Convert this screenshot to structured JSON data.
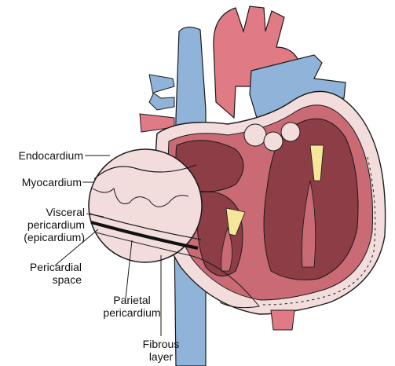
{
  "labels": {
    "endocardium": "Endocardium",
    "myocardium": "Myocardium",
    "visceral": [
      "Visceral",
      "pericardium",
      "(epicardium)"
    ],
    "pericardial_space": [
      "Pericardial",
      "space"
    ],
    "parietal": [
      "Parietal",
      "pericardium"
    ],
    "fibrous": [
      "Fibrous",
      "layer"
    ]
  },
  "colors": {
    "aorta_red": "#e07b86",
    "vessel_blue": "#8fb3d9",
    "muscle": "#c96a74",
    "chamber_dark": "#8c3d46",
    "pericardium_pink": "#f2dcdc",
    "valve_yellow": "#f5e79a",
    "outline": "#1a1a1a"
  }
}
